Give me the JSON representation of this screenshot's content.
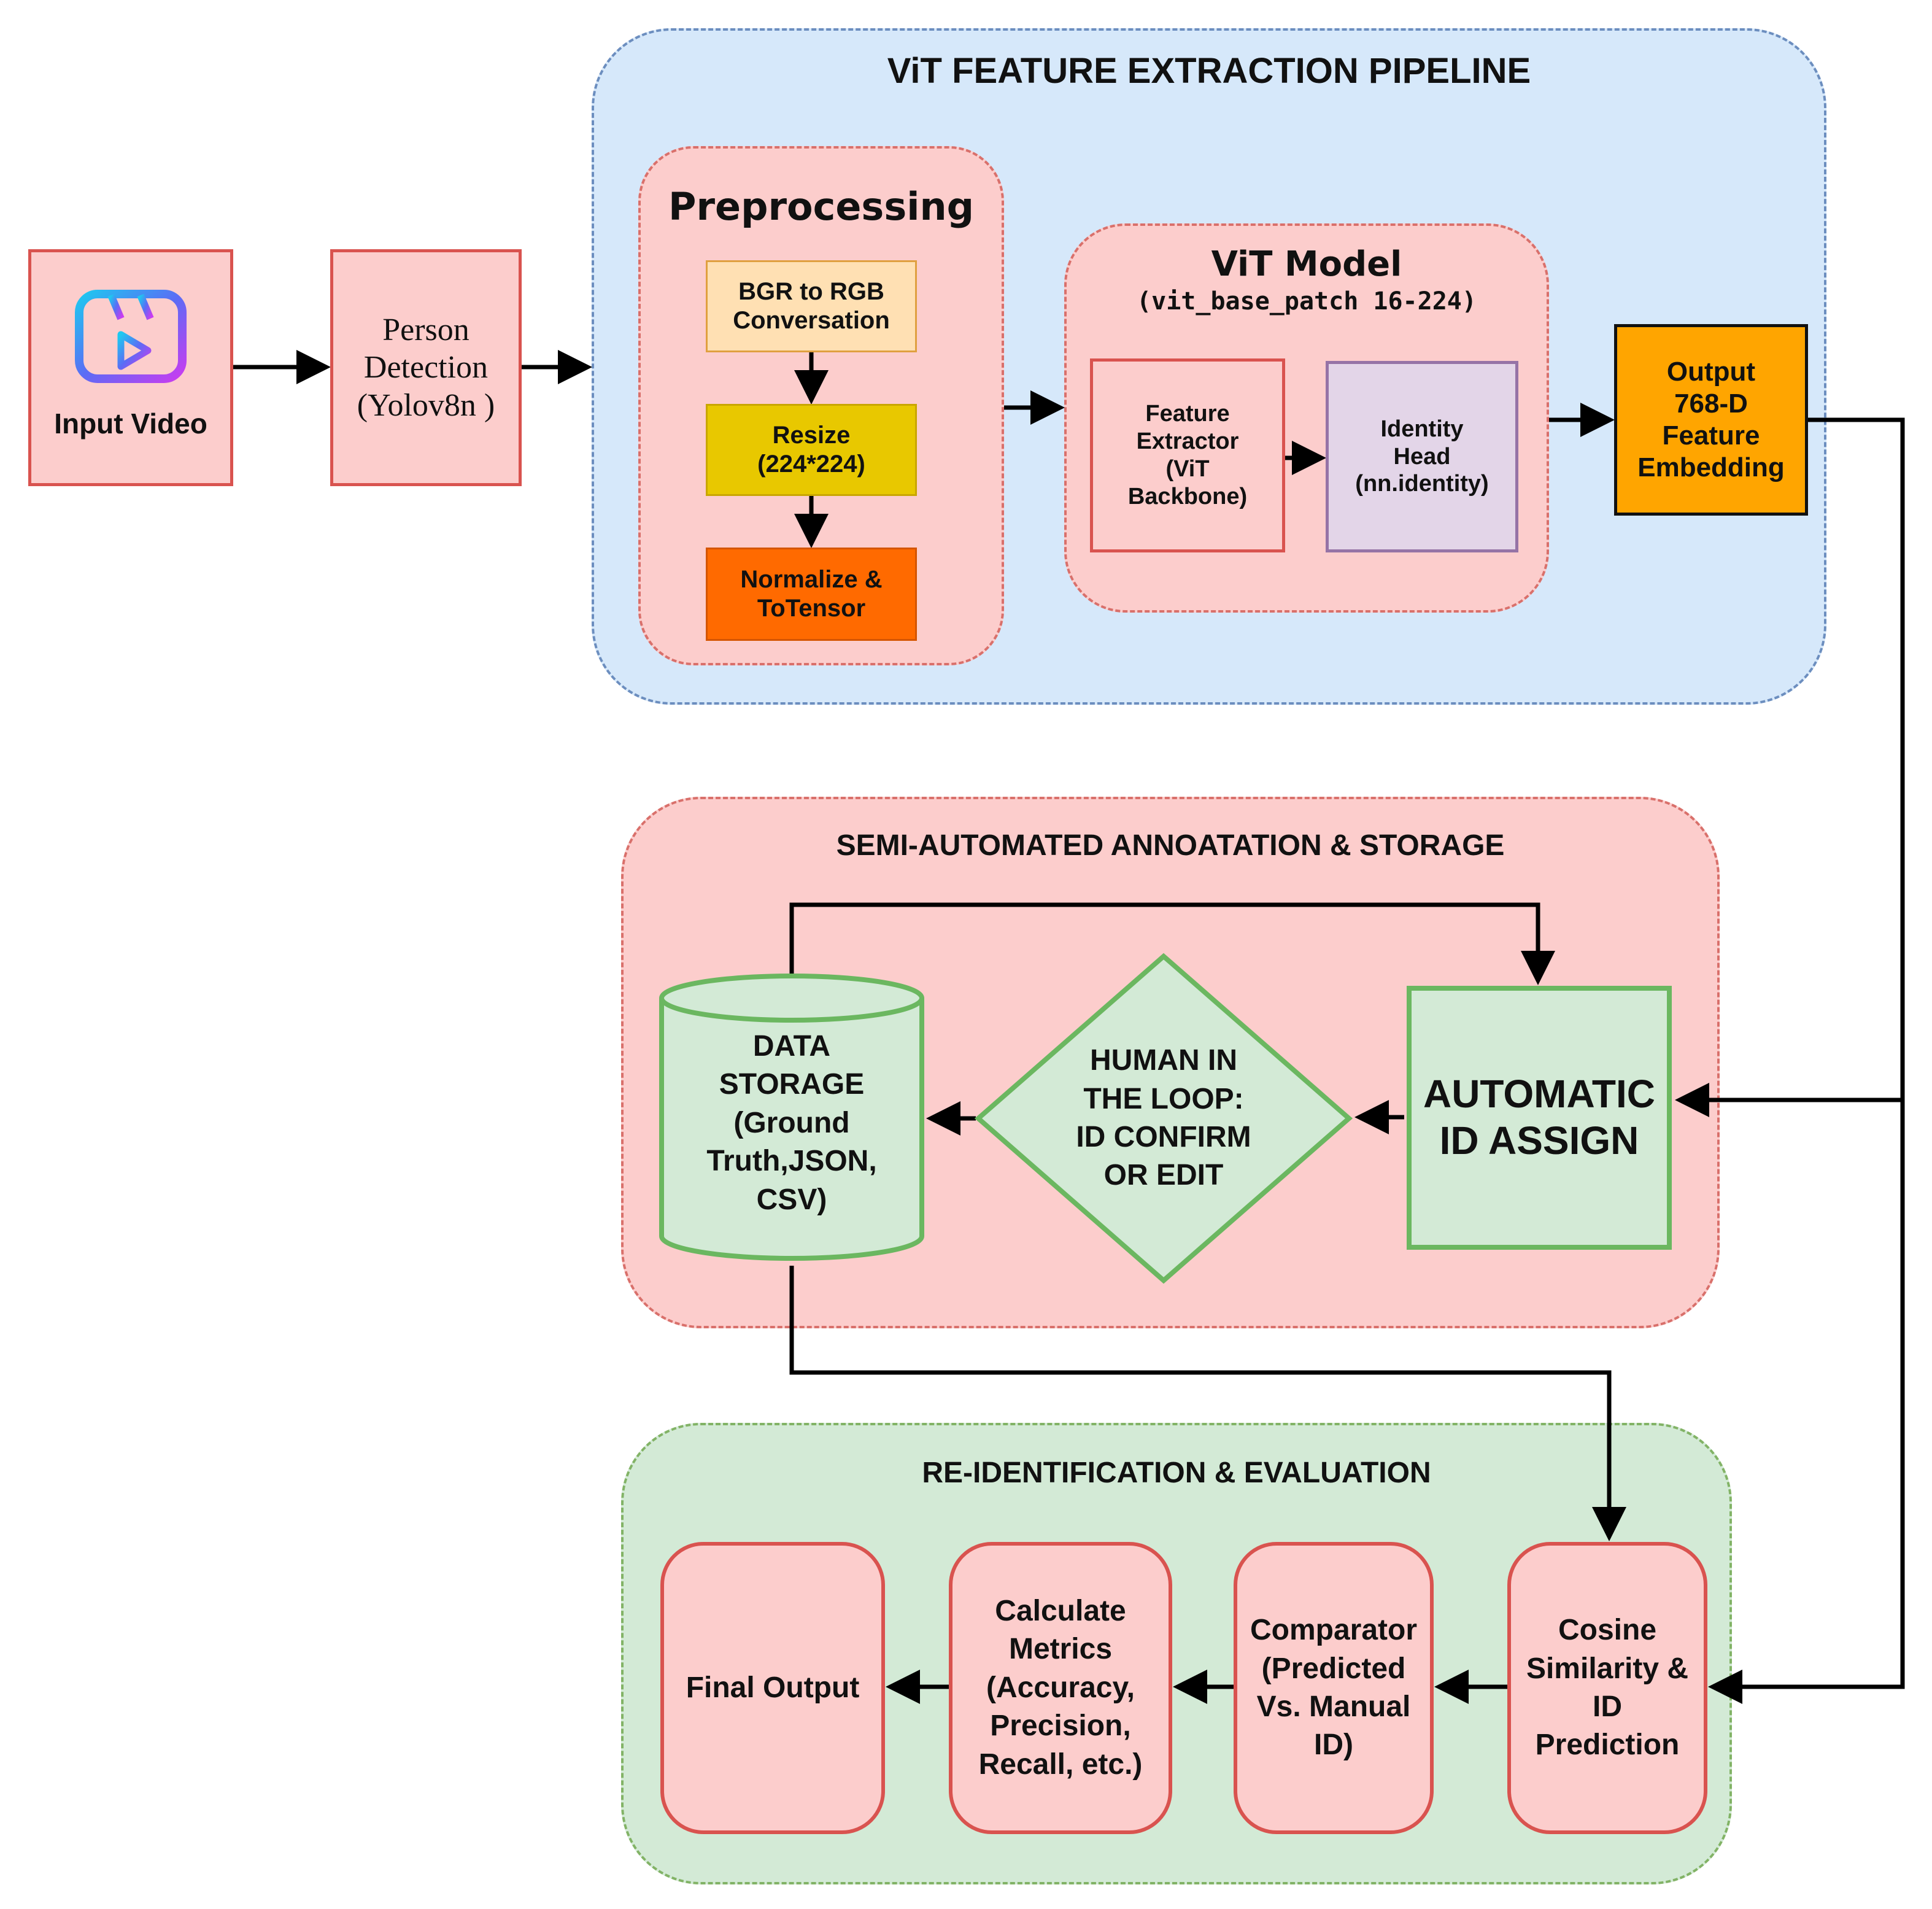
{
  "input": {
    "label": "Input Video",
    "icon": "video-play-icon"
  },
  "person_detection": {
    "label": "Person\nDetection\n(Yolov8n )"
  },
  "vit_pipeline": {
    "title": "ViT FEATURE EXTRACTION PIPELINE",
    "preprocessing": {
      "title": "Preprocessing",
      "steps": [
        "BGR to RGB\nConversation",
        "Resize\n(224*224)",
        "Normalize &\nToTensor"
      ]
    },
    "vit_model": {
      "title": "ViT Model",
      "subtitle": "(vit_base_patch 16-224)",
      "feature_extractor": "Feature\nExtractor\n(ViT\nBackbone)",
      "identity_head": "Identity\nHead\n(nn.identity)"
    },
    "output": "Output\n768-D\nFeature\nEmbedding"
  },
  "annotation": {
    "title": "SEMI-AUTOMATED ANNOATATION & STORAGE",
    "data_storage": "DATA\nSTORAGE\n(Ground\nTruth,JSON,\nCSV)",
    "human_loop": "HUMAN IN\nTHE LOOP:\nID CONFIRM\nOR EDIT",
    "auto_assign": "AUTOMATIC\nID ASSIGN"
  },
  "reid": {
    "title": "RE-IDENTIFICATION & EVALUATION",
    "final_output": "Final Output",
    "metrics": "Calculate\nMetrics\n(Accuracy,\nPrecision,\nRecall, etc.)",
    "comparator": "Comparator\n(Predicted\nVs. Manual\nID)",
    "cosine": "Cosine\nSimilarity &\nID\nPrediction"
  },
  "colors": {
    "pink_box": "#fccdcc",
    "red_border": "#d9534f",
    "bgr_fill": "#ffe0b3",
    "resize_fill": "#e8c800",
    "normalize_fill": "#ff6a00",
    "output_fill": "#ffa500",
    "identity_fill": "#e3d5e8",
    "green_fill": "#d3ead6",
    "green_border": "#6bb760",
    "blue_group": "#d6e8fa"
  }
}
